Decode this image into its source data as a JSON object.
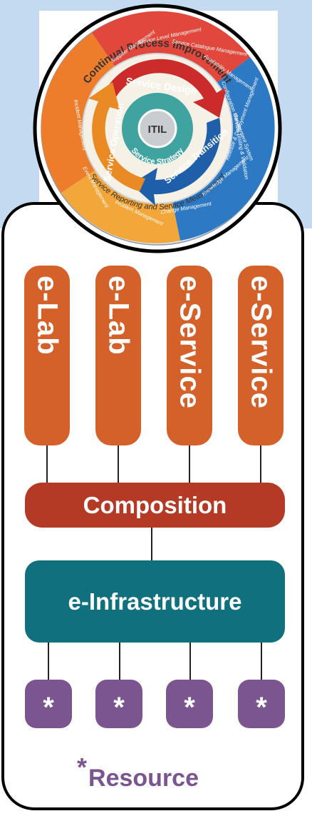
{
  "itil": {
    "outer_ring_top": "Continual Process Improvement",
    "outer_ring_bottom": "Service Reporting and Service Measurement",
    "core": "ITIL",
    "strategy": "Service Strategy",
    "design": "Service Design",
    "transition": "Service Transition",
    "operation": "Service Operation",
    "processes": [
      "Supplier Management",
      "Service Level Management",
      "Service Catalogue Management",
      "Availability Management",
      "Configuration Management System",
      "Service Testing & Validation",
      "Release & Deployment Management",
      "Knowledge Management",
      "Change Management",
      "Problem Management",
      "Event Management",
      "Incident Management"
    ]
  },
  "pillars": [
    "e-Lab",
    "e-Lab",
    "e-Service",
    "e-Service"
  ],
  "composition": "Composition",
  "infrastructure": "e-Infrastructure",
  "resources": [
    "*",
    "*",
    "*",
    "*"
  ],
  "legend": {
    "star": "*",
    "label": "Resource"
  },
  "colors": {
    "background": "#c3daf0",
    "pillar": "#d4602a",
    "composition": "#b53a25",
    "infrastructure": "#11707d",
    "resource": "#7a5590",
    "design_red": "#cc2b2b",
    "transition_blue": "#1f5ea8",
    "operation_orange": "#e98a25",
    "core_teal": "#3fa3a0"
  }
}
